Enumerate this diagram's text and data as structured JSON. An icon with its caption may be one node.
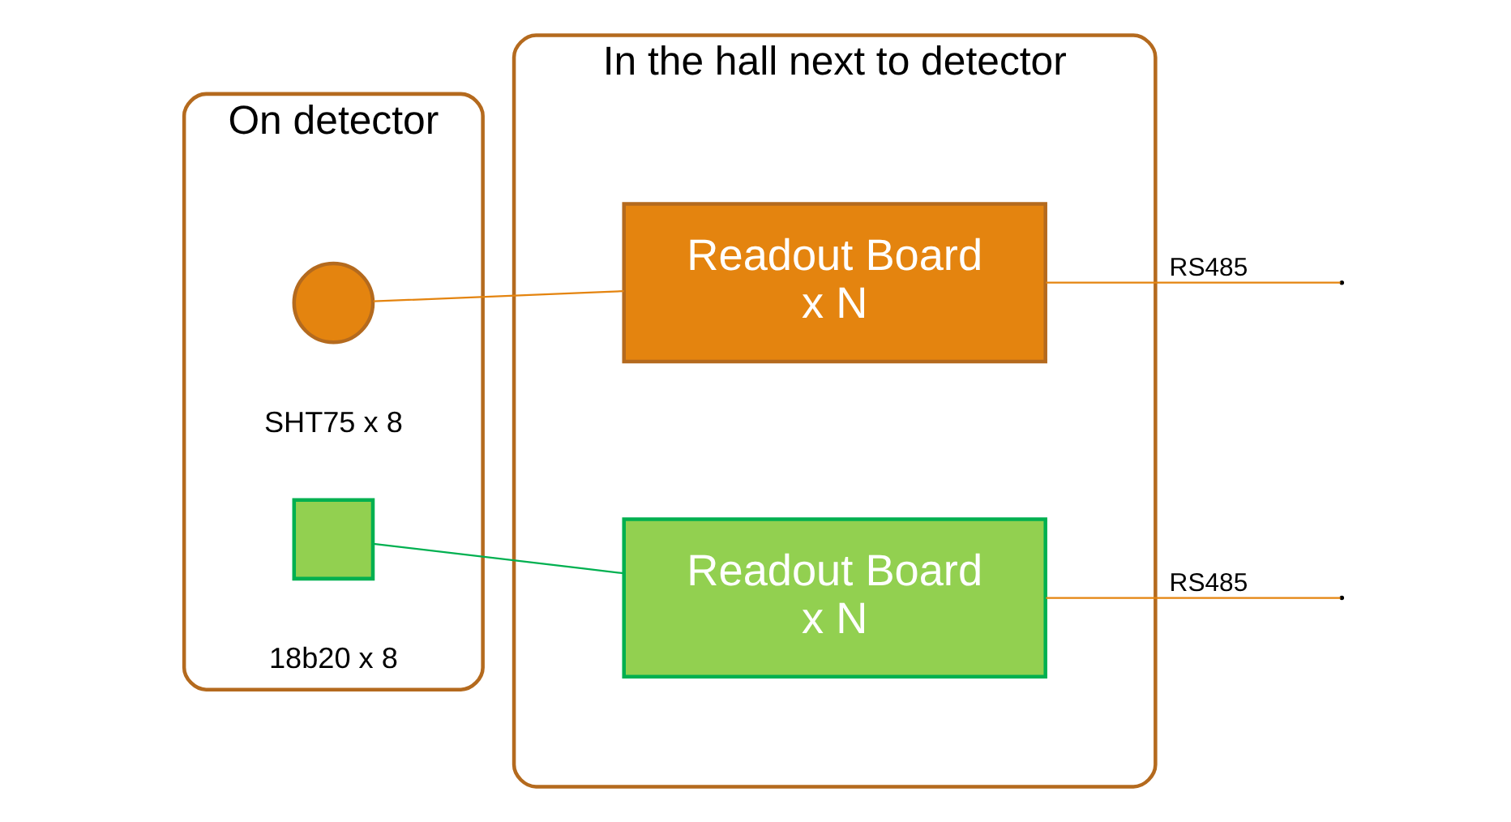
{
  "diagram": {
    "nodes": [
      {
        "text": [
          "On detector"
        ]
      },
      {
        "text": [],
        "shape": "circle",
        "in": 0,
        "beside": [
          "SHT75 x 8"
        ]
      },
      {
        "text": [],
        "shape": "box",
        "in": 0,
        "beside": [
          "18b20 x 8"
        ]
      },
      {
        "text": [
          "In the hall next to detector"
        ]
      },
      {
        "text": [
          "Readout Board",
          "x N"
        ],
        "in": 3
      },
      {
        "text": [
          "Readout Board",
          "x N"
        ],
        "in": 3
      }
    ],
    "edges": [
      {
        "from": 1,
        "to": 4,
        "arrow": "none"
      },
      {
        "from": 2,
        "to": 5,
        "arrow": "none",
        "color": "#00b050"
      },
      {
        "from": 4,
        "to": null,
        "arrow": "none",
        "label": "RS485"
      },
      {
        "from": 5,
        "to": null,
        "arrow": "none",
        "label": "RS485"
      }
    ]
  }
}
